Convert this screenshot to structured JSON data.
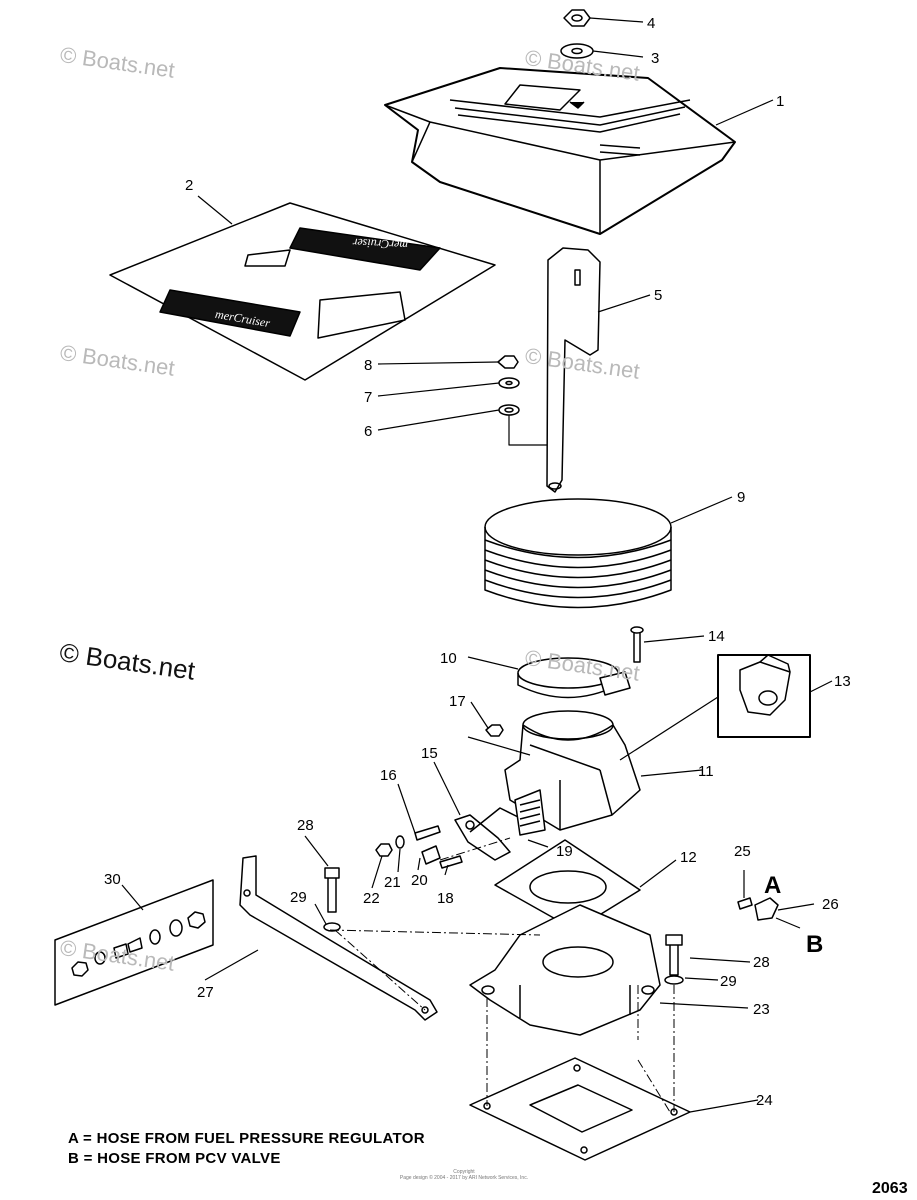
{
  "watermarks": [
    "© Boats.net",
    "© Boats.net",
    "© Boats.net",
    "© Boats.net",
    "© Boats.net",
    "© Boats.net",
    "© Boats.net"
  ],
  "decal_logo_text": "merCruiser",
  "callouts": [
    "1",
    "2",
    "3",
    "4",
    "5",
    "6",
    "7",
    "8",
    "9",
    "10",
    "11",
    "12",
    "13",
    "14",
    "15",
    "16",
    "17",
    "18",
    "19",
    "20",
    "21",
    "22",
    "23",
    "24",
    "25",
    "26",
    "27",
    "28",
    "28",
    "29",
    "29",
    "30"
  ],
  "markers": {
    "a": "A",
    "b": "B"
  },
  "legend": {
    "a": "A = HOSE FROM FUEL PRESSURE REGULATOR",
    "b": "B = HOSE FROM PCV VALVE"
  },
  "drawing_number": "2063",
  "copyright_text": [
    "Copyright",
    "Page design © 2004 - 2017 by ARI Network Services, Inc."
  ],
  "colors": {
    "line": "#000000",
    "watermark": "#b9b9b9",
    "background": "#ffffff"
  }
}
